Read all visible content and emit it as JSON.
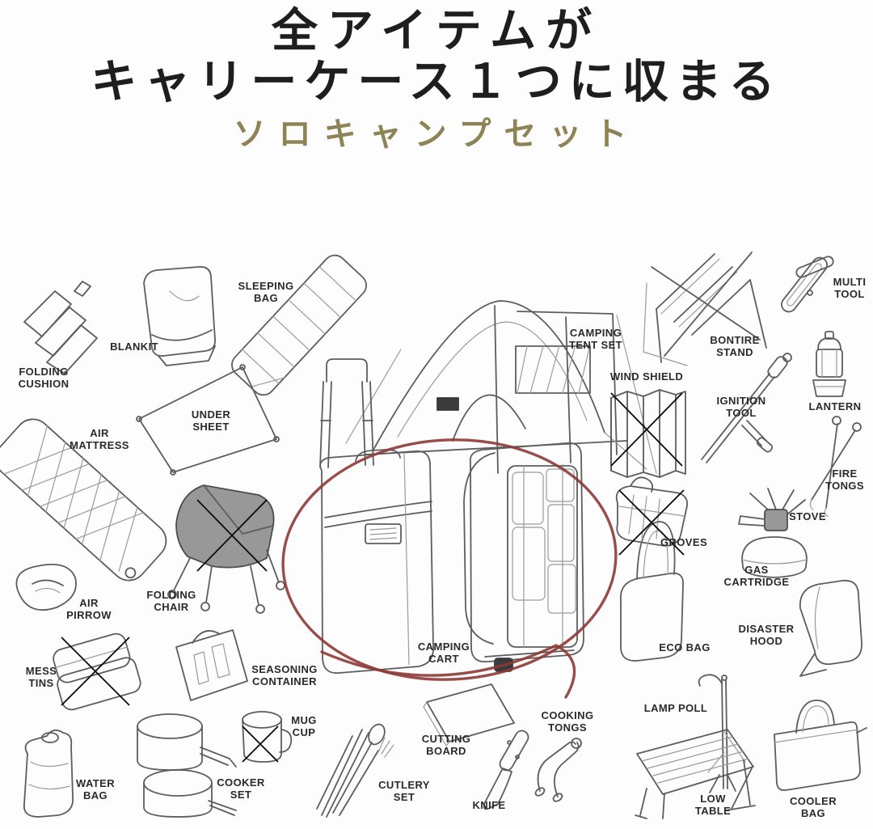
{
  "title": {
    "line1": "全アイテムが",
    "line2": "キャリーケース１つに収まる",
    "subtitle": "ソロキャンプセット"
  },
  "colors": {
    "title_text": "#1e1e1e",
    "subtitle_gold": "#8d8355",
    "label_text": "#2a2a2a",
    "sketch_line": "#5d5d5d",
    "highlight_circle_red": "#8e3a36",
    "excluded_cross_black": "#0b0b0b"
  },
  "items": [
    {
      "name": "folding-cushion",
      "label": "FOLDING\nCUSHION",
      "excluded": false
    },
    {
      "name": "blanket",
      "label": "BLANKIT",
      "excluded": false
    },
    {
      "name": "sleeping-bag",
      "label": "SLEEPING\nBAG",
      "excluded": false
    },
    {
      "name": "under-sheet",
      "label": "UNDER\nSHEET",
      "excluded": false
    },
    {
      "name": "air-mattress",
      "label": "AIR\nMATTRESS",
      "excluded": false
    },
    {
      "name": "air-pillow",
      "label": "AIR\nPIRROW",
      "excluded": false
    },
    {
      "name": "folding-chair",
      "label": "FOLDING\nCHAIR",
      "excluded": true
    },
    {
      "name": "camping-tent-set",
      "label": "CAMPING\nTENT SET",
      "excluded": false
    },
    {
      "name": "camping-cart",
      "label": "CAMPING\nCART",
      "excluded": false,
      "highlighted": true
    },
    {
      "name": "wind-shield",
      "label": "WIND SHIELD",
      "excluded": true
    },
    {
      "name": "bonfire-stand",
      "label": "BONTIRE\nSTAND",
      "excluded": false
    },
    {
      "name": "multi-tool",
      "label": "MULTI\nTOOL",
      "excluded": false
    },
    {
      "name": "ignition-tool",
      "label": "IGNITION\nTOOL",
      "excluded": false
    },
    {
      "name": "lantern",
      "label": "LANTERN",
      "excluded": false
    },
    {
      "name": "fire-tongs",
      "label": "FIRE\nTONGS",
      "excluded": false
    },
    {
      "name": "gloves",
      "label": "GROVES",
      "excluded": true
    },
    {
      "name": "stove",
      "label": "STOVE",
      "excluded": false
    },
    {
      "name": "gas-cartridge",
      "label": "GAS\nCARTRIDGE",
      "excluded": false
    },
    {
      "name": "eco-bag",
      "label": "ECO BAG",
      "excluded": false
    },
    {
      "name": "disaster-hood",
      "label": "DISASTER\nHOOD",
      "excluded": false
    },
    {
      "name": "mess-tins",
      "label": "MESS\nTINS",
      "excluded": true
    },
    {
      "name": "seasoning-container",
      "label": "SEASONING\nCONTAINER",
      "excluded": false
    },
    {
      "name": "mug-cup",
      "label": "MUG\nCUP",
      "excluded": true
    },
    {
      "name": "water-bag",
      "label": "WATER\nBAG",
      "excluded": false
    },
    {
      "name": "cooker-set",
      "label": "COOKER\nSET",
      "excluded": false
    },
    {
      "name": "cutlery-set",
      "label": "CUTLERY\nSET",
      "excluded": false
    },
    {
      "name": "cutting-board",
      "label": "CUTTING\nBOARD",
      "excluded": false
    },
    {
      "name": "knife",
      "label": "KNIFE",
      "excluded": false
    },
    {
      "name": "cooking-tongs",
      "label": "COOKING\nTONGS",
      "excluded": false
    },
    {
      "name": "lamp-pole",
      "label": "LAMP POLL",
      "excluded": false
    },
    {
      "name": "low-table",
      "label": "LOW\nTABLE",
      "excluded": false
    },
    {
      "name": "cooler-bag",
      "label": "COOLER BAG",
      "excluded": false
    }
  ]
}
